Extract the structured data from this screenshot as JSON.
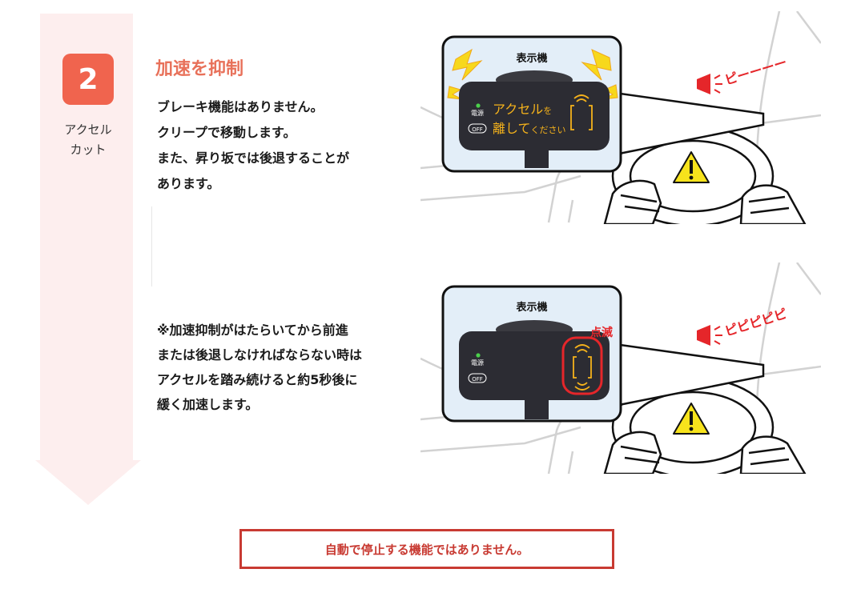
{
  "step": {
    "number": "2",
    "label_line1": "アクセル",
    "label_line2": "カット"
  },
  "section": {
    "title": "加速を抑制",
    "description": [
      "ブレーキ機能はありません。",
      "クリープで移動します。",
      "また、昇り坂では後退することが",
      "あります。"
    ],
    "note": [
      "※加速抑制がはたらいてから前進",
      "または後退しなければならない時は",
      "アクセルを踏み続けると約5秒後に",
      "緩く加速します。"
    ]
  },
  "illustration_1": {
    "display_title": "表示機",
    "power_label": "電源",
    "off_label": "OFF",
    "message_line1": "アクセル",
    "message_line1_suffix": "を",
    "message_line2": "離して",
    "message_line2_suffix": "ください",
    "sound": "ピーーーー"
  },
  "illustration_2": {
    "display_title": "表示機",
    "power_label": "電源",
    "off_label": "OFF",
    "blink_label": "点滅",
    "sound": "ピピピピピ"
  },
  "notice": {
    "text": "自動で停止する機能ではありません。"
  },
  "colors": {
    "accent": "#f0644e",
    "title": "#e8715a",
    "band": "#fdeeee",
    "notice": "#c83a32",
    "display_text": "#f5b21b",
    "warning": "#f7e31c"
  }
}
